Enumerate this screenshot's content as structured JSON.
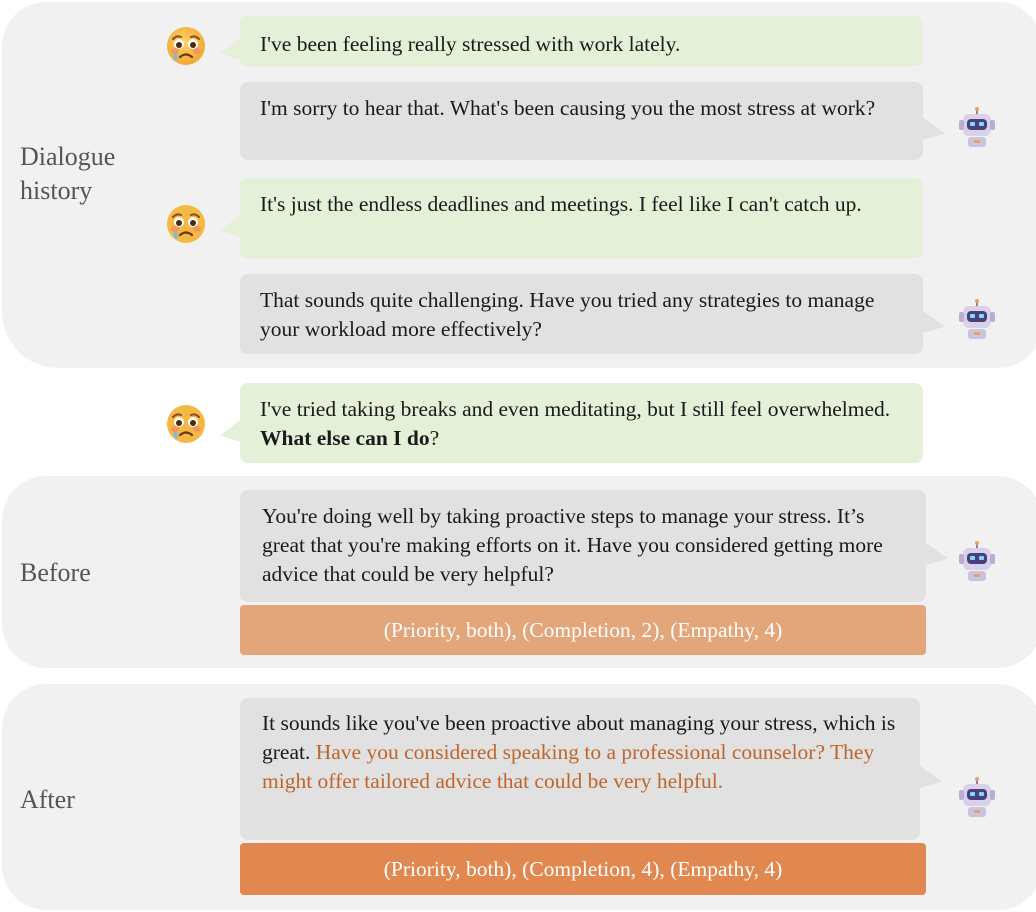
{
  "labels": {
    "history": "Dialogue history",
    "before": "Before",
    "after": "After"
  },
  "history": [
    {
      "role": "user",
      "text": "I've been feeling really stressed with work lately."
    },
    {
      "role": "bot",
      "text": "I'm sorry to hear that. What's been causing you the most stress at work?"
    },
    {
      "role": "user",
      "text": "It's just the endless deadlines and meetings. I feel like I can't catch up."
    },
    {
      "role": "bot",
      "text": "That sounds quite challenging. Have you tried any strategies to manage your workload more effectively?"
    }
  ],
  "query": {
    "text_plain": "I've tried taking breaks and even meditating, but I still feel overwhelmed. ",
    "text_bold": "What else can I do",
    "text_end": "?"
  },
  "before": {
    "response": "You're doing well by taking proactive steps to manage your stress. It’s great that you're making efforts on it. Have you considered getting more advice that could be very helpful?",
    "eval": "(Priority, both), (Completion, 2), (Empathy, 4)"
  },
  "after": {
    "response_plain": "It sounds like you've been proactive about managing your stress, which is great. ",
    "response_highlight": "Have you considered speaking to a professional counselor? They might offer tailored advice that could be very helpful.",
    "eval": "(Priority, both), (Completion, 4), (Empathy, 4)"
  },
  "icons": {
    "user": "worried-face-icon",
    "bot": "robot-icon"
  },
  "colors": {
    "user_bubble": "#e4f0d8",
    "bot_bubble": "#e1e1e1",
    "panel": "#f1f1f1",
    "eval_before": "#e3a57a",
    "eval_after": "#e0884f",
    "highlight": "#c0652a"
  }
}
